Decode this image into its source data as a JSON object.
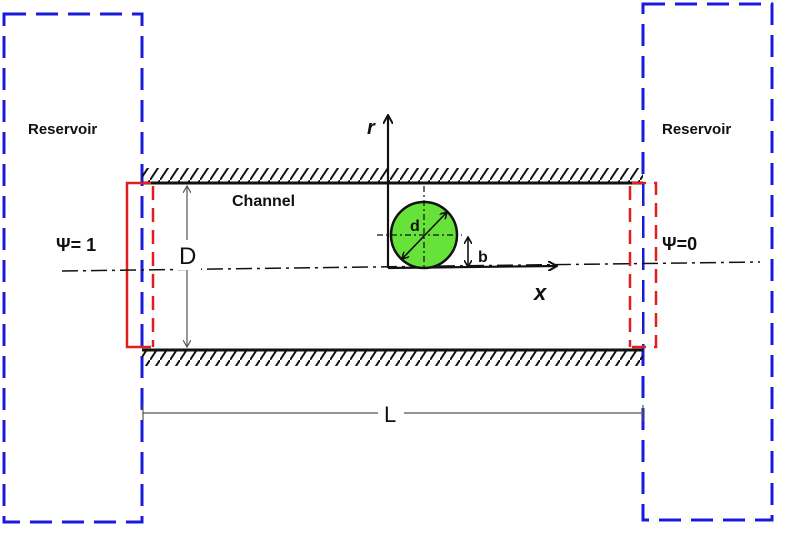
{
  "labels": {
    "reservoir_left": "Reservoir",
    "reservoir_right": "Reservoir",
    "channel": "Channel",
    "psi_left": "Ψ= 1",
    "psi_right": "Ψ=0",
    "diameter_channel": "D",
    "length": "L",
    "r_axis": "r",
    "x_axis": "x",
    "offset": "b",
    "particle_diameter": "d"
  },
  "colors": {
    "reservoir": "#1a1adc",
    "boundary": "#e02020",
    "particle": "#66e23a",
    "wall": "#111111"
  }
}
